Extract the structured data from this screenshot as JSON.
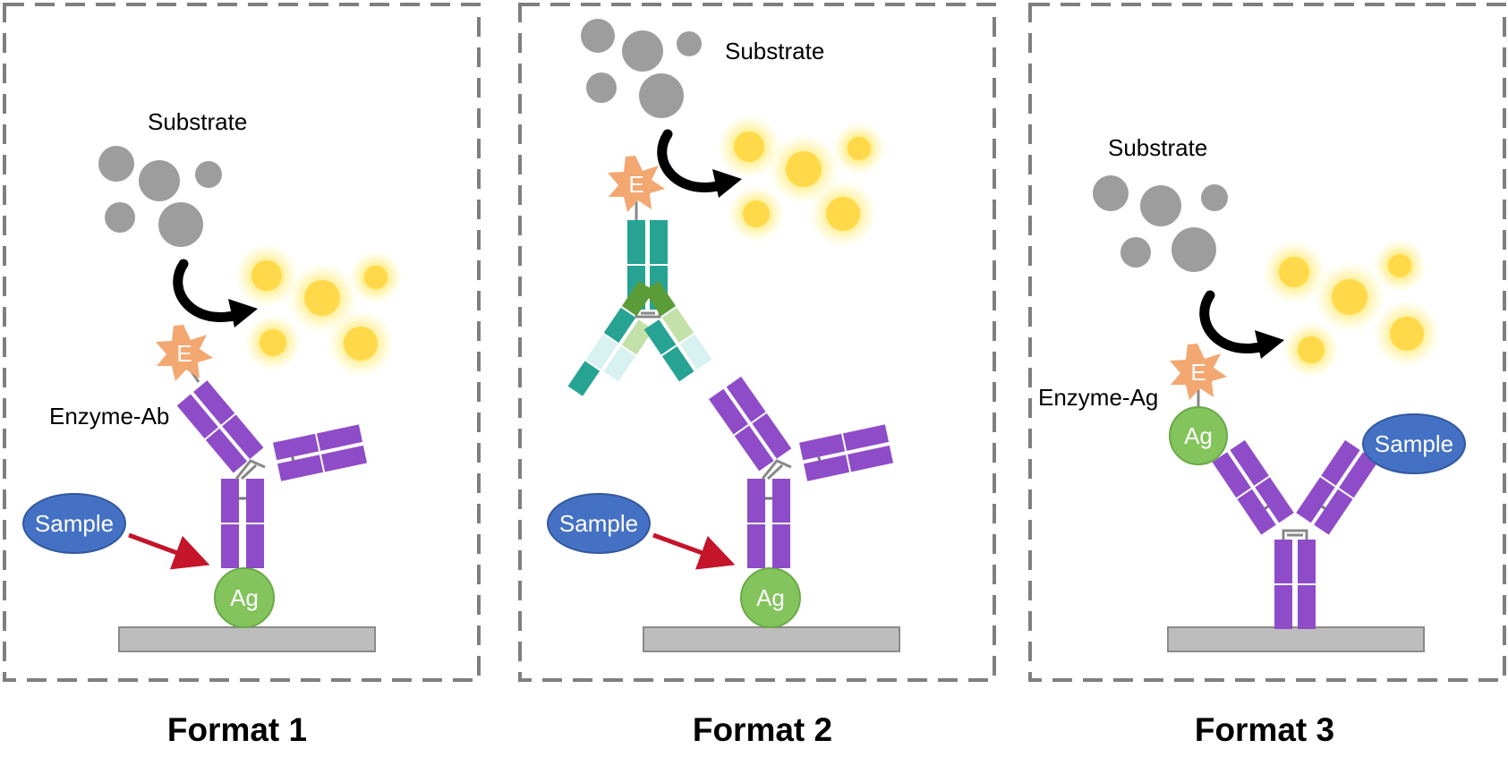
{
  "colors": {
    "heavy_chain": "#8f4cc8",
    "secondary_ab": "#27a394",
    "secondary_dark_green": "#5a9c37",
    "secondary_light_green": "#c3e2a9",
    "secondary_light_cyan": "#d8f1f1",
    "antigen": "#83c45d",
    "sample": "#4471c4",
    "enzyme": "#f3a771",
    "substrate": "#9d9d9d",
    "product_glow": "#ffde3c",
    "plate": "#bdbdbd",
    "sample_arrow": "#c4152a",
    "border": "#7f7f7f"
  },
  "panels": [
    {
      "title": "Format 1",
      "substrate_label": "Substrate",
      "conjugate_label": "Enzyme-Ab",
      "sample_label": "Sample",
      "antigen_label": "Ag",
      "enzyme_label": "E"
    },
    {
      "title": "Format 2",
      "substrate_label": "Substrate",
      "sample_label": "Sample",
      "antigen_label": "Ag",
      "enzyme_label": "E"
    },
    {
      "title": "Format 3",
      "substrate_label": "Substrate",
      "conjugate_label": "Enzyme-Ag",
      "sample_label": "Sample",
      "antigen_label": "Ag",
      "enzyme_label": "E"
    }
  ]
}
